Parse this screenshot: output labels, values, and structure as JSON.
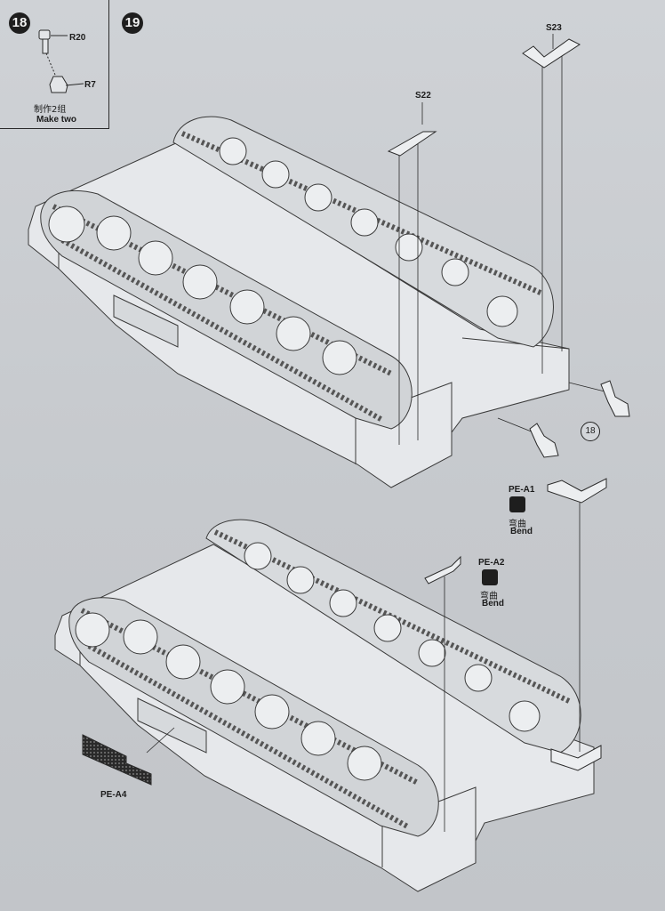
{
  "step18": {
    "number": "18",
    "parts": [
      "R20",
      "R7"
    ],
    "note_cn": "制作2组",
    "note_en": "Make two"
  },
  "step19": {
    "number": "19",
    "parts_upper": [
      "S22",
      "S23"
    ],
    "ref_step": "18",
    "pe_parts": [
      {
        "id": "PE-A1",
        "cn": "弯曲",
        "en": "Bend"
      },
      {
        "id": "PE-A2",
        "cn": "弯曲",
        "en": "Bend"
      },
      {
        "id": "PE-A4"
      }
    ]
  },
  "colors": {
    "ink": "#1e1e1e",
    "paper": "#c9ccd0",
    "line": "#3a3a3a"
  }
}
